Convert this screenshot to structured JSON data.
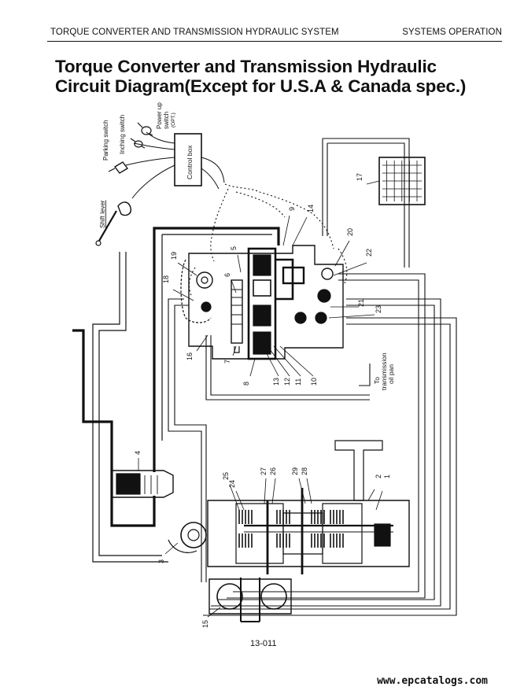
{
  "header": {
    "left": "TORQUE CONVERTER AND TRANSMISSION HYDRAULIC SYSTEM",
    "right": "SYSTEMS OPERATION"
  },
  "title": {
    "line1": "Torque Converter and Transmission Hydraulic",
    "line2": "Circuit Diagram(Except for U.S.A & Canada spec.)"
  },
  "labels": {
    "parking_switch": "Parking switch",
    "inching_switch": "Inching switch",
    "power_up_switch": "Power up",
    "power_up_switch_2": "switch",
    "power_up_opt": "(OPT.)",
    "control_box": "Control box",
    "shift_lever": "Shift lever",
    "oil_pan_1": "To",
    "oil_pan_2": "transmission",
    "oil_pan_3": "oil pan"
  },
  "callouts": [
    "1",
    "2",
    "3",
    "4",
    "5",
    "6",
    "7",
    "8",
    "9",
    "10",
    "11",
    "12",
    "13",
    "14",
    "15",
    "16",
    "17",
    "18",
    "19",
    "20",
    "21",
    "22",
    "23",
    "24",
    "25",
    "26",
    "27",
    "28",
    "29"
  ],
  "figure_number": "13-011",
  "website": "www.epcatalogs.com"
}
